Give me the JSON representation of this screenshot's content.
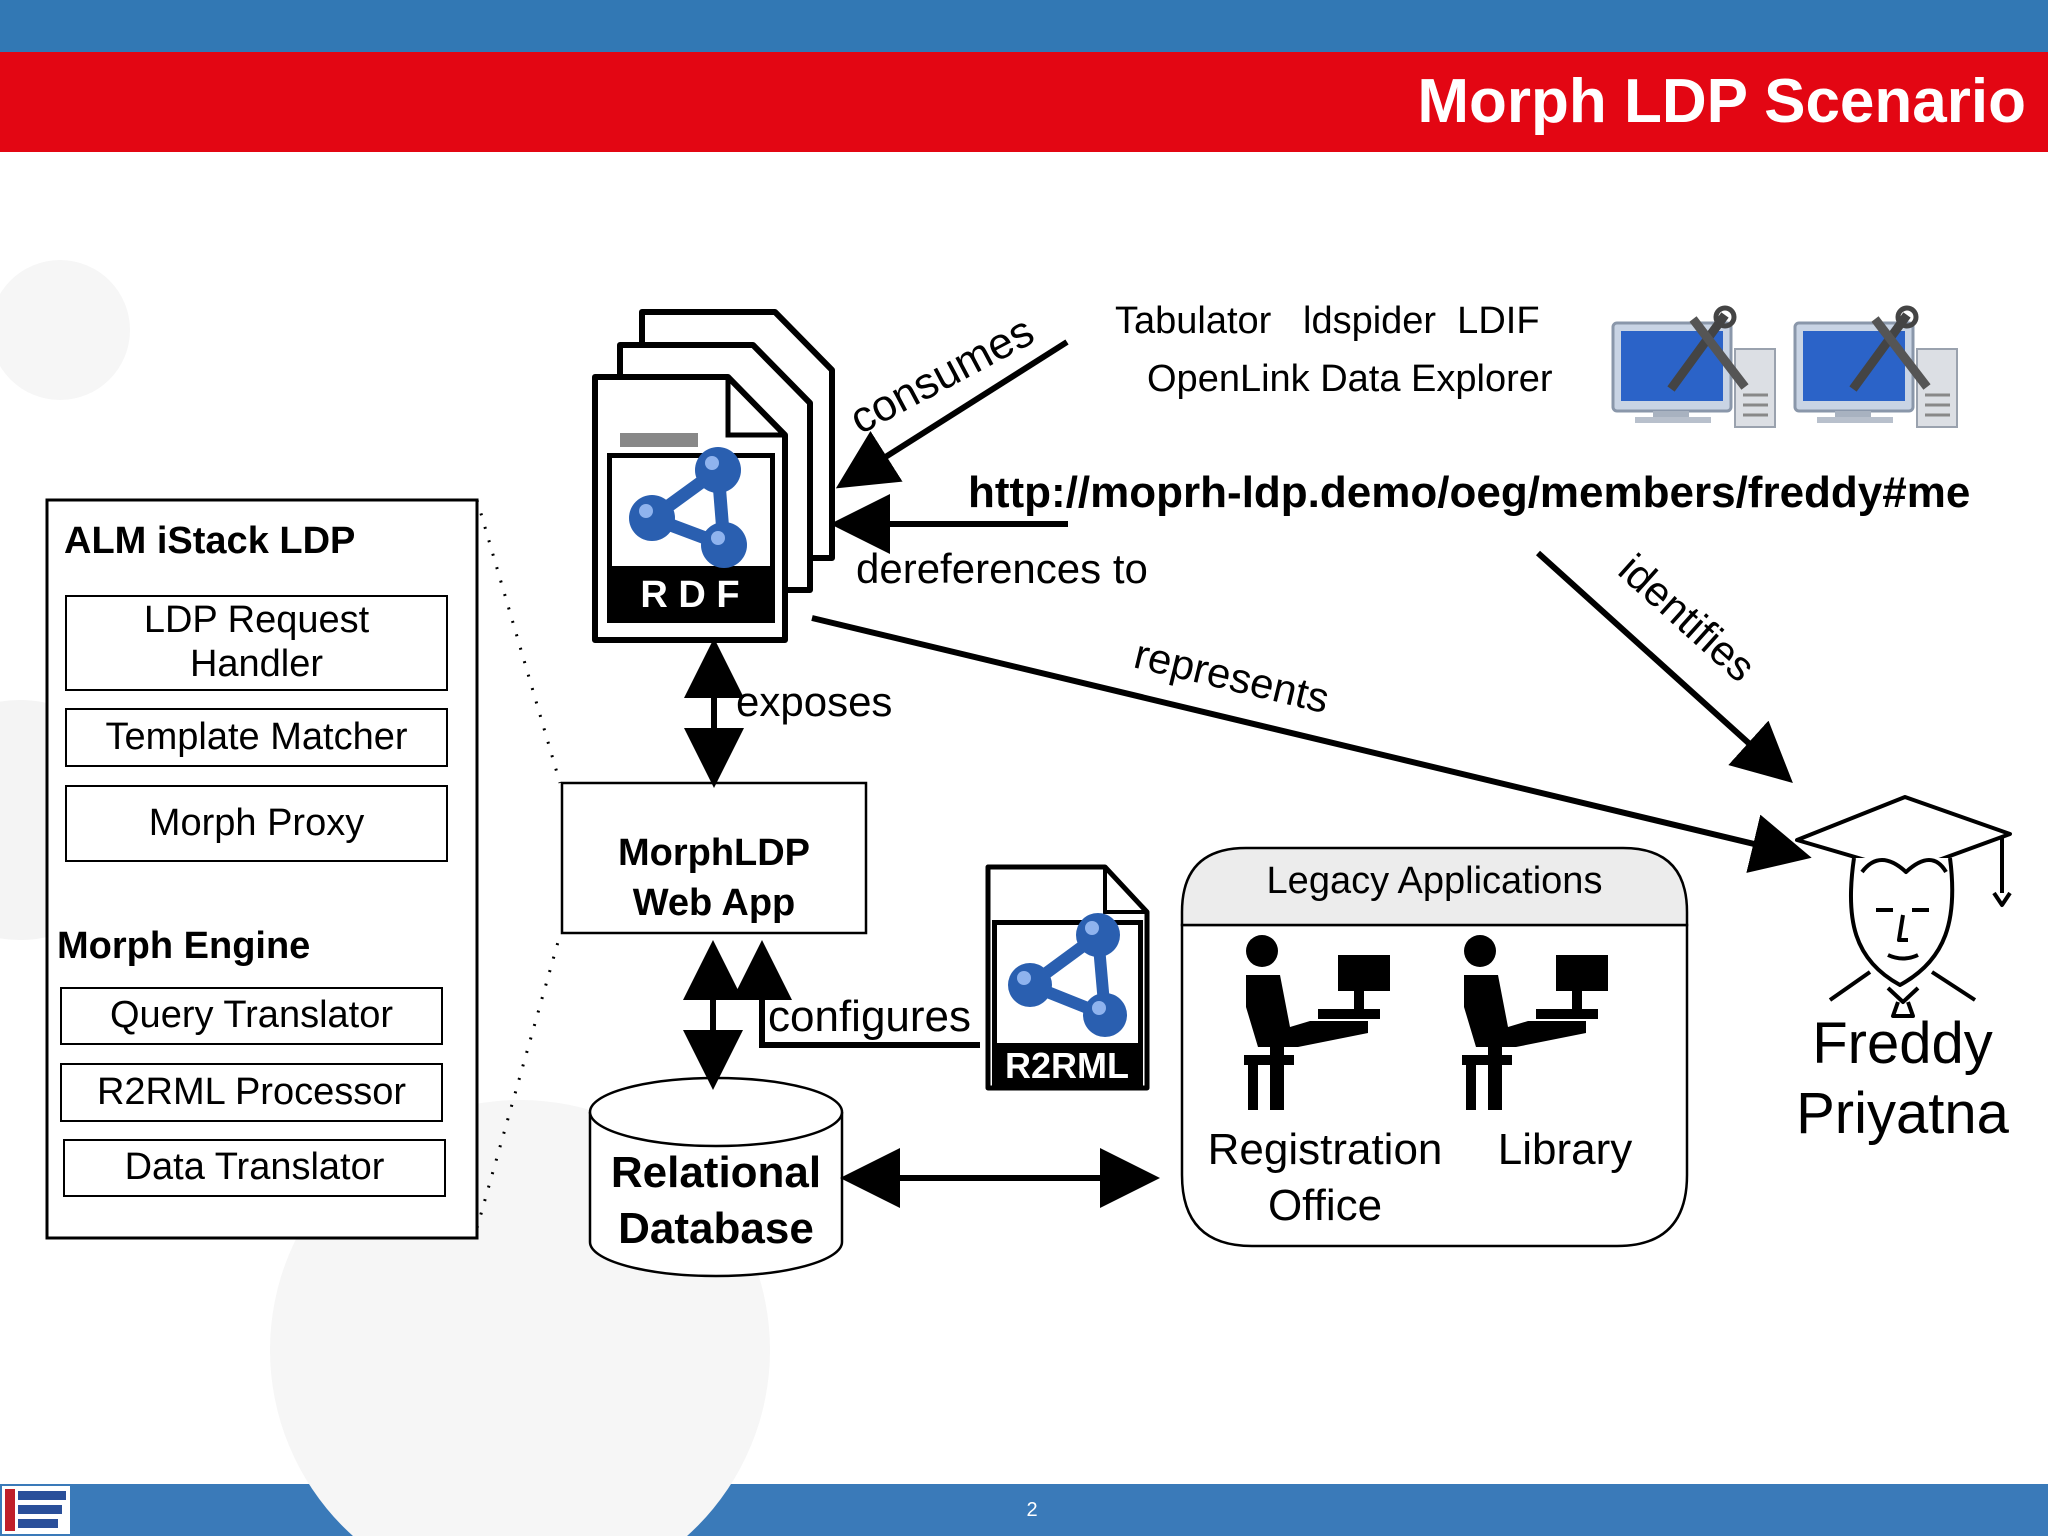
{
  "slide": {
    "title": "Morph LDP Scenario",
    "page_number": "2"
  },
  "stack": {
    "ldp_heading": "ALM iStack LDP",
    "ldp_components": [
      "LDP Request Handler",
      "Template Matcher",
      "Morph Proxy"
    ],
    "engine_heading": "Morph Engine",
    "engine_components": [
      "Query Translator",
      "R2RML Processor",
      "Data Translator"
    ]
  },
  "rdf_document": {
    "logo_text": "R D F"
  },
  "r2rml_document": {
    "logo_text": "R2RML"
  },
  "web_app": {
    "line1": "MorphLDP",
    "line2": "Web App"
  },
  "database": {
    "line1": "Relational",
    "line2": "Database"
  },
  "legacy": {
    "title": "Legacy Applications",
    "apps": [
      {
        "line1": "Registration",
        "line2": "Office"
      },
      {
        "line1": "Library",
        "line2": ""
      }
    ]
  },
  "clients": {
    "line1": "Tabulator   ldspider  LDIF",
    "line2": "OpenLink Data Explorer"
  },
  "uri": "http://moprh-ldp.demo/oeg/members/freddy#me",
  "person": {
    "line1": "Freddy",
    "line2": "Priyatna"
  },
  "relations": {
    "consumes": "consumes",
    "dereferences": "dereferences to",
    "exposes": "exposes",
    "configures": "configures",
    "represents": "represents",
    "identifies": "identifies"
  },
  "colors": {
    "header_blue": "#3278b4",
    "title_red": "#e30613",
    "rdf_blue": "#2a5fb0"
  }
}
